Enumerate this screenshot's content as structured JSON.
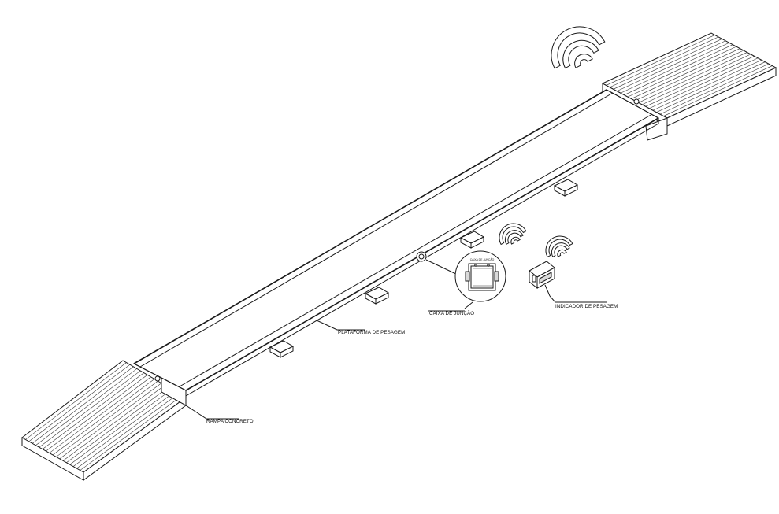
{
  "labels": {
    "ramp": "RAMPA CONCRETO",
    "platform": "PLATAFORMA DE PESAGEM",
    "junction_box": "CAIXA DE JUNÇÃO",
    "indicator": "INDICADOR DE PESAGEM",
    "junction_box_detail": "CAIXA DE JUNÇÃO"
  },
  "icons": [
    "wifi-signal-icon",
    "wifi-signal-icon",
    "wifi-signal-icon"
  ]
}
